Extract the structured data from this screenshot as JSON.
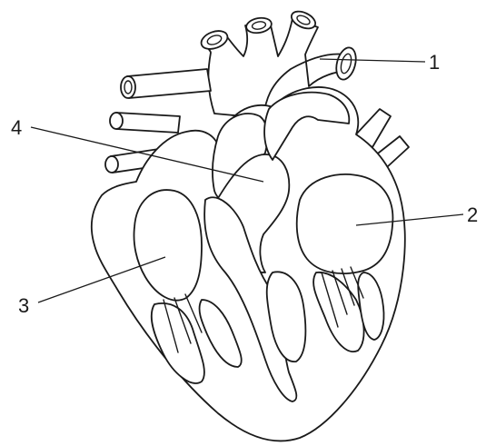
{
  "labels": [
    {
      "text": "1"
    },
    {
      "text": "2"
    },
    {
      "text": "3"
    },
    {
      "text": "4"
    }
  ],
  "colors": {
    "stroke": "#1a1a1a",
    "background": "#ffffff"
  }
}
